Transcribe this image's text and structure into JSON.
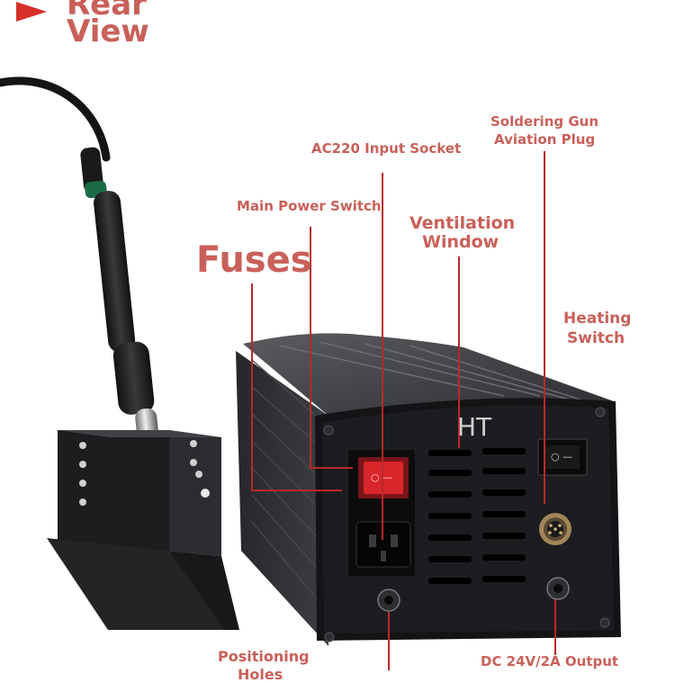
{
  "heading": {
    "line1": "Rear",
    "line2": "View"
  },
  "device": {
    "brand_mark": "HT",
    "rocker_mark": "○ —"
  },
  "callouts": {
    "soldering_gun_plug": [
      "Soldering Gun",
      "Aviation Plug"
    ],
    "ac220_socket": "AC220 Input Socket",
    "main_power_switch": "Main Power Switch",
    "ventilation_window": [
      "Ventilation",
      "Window"
    ],
    "fuses": "Fuses",
    "heating_switch": [
      "Heating",
      "Switch"
    ],
    "positioning_holes": [
      "Positioning",
      "Holes"
    ],
    "dc_output": "DC 24V/2A Output"
  },
  "colors": {
    "accent": "#c9605a",
    "arrow": "#d6302a",
    "leader": "#b8282a",
    "body": "#1f2022",
    "rocker_red": "#d9262b"
  }
}
